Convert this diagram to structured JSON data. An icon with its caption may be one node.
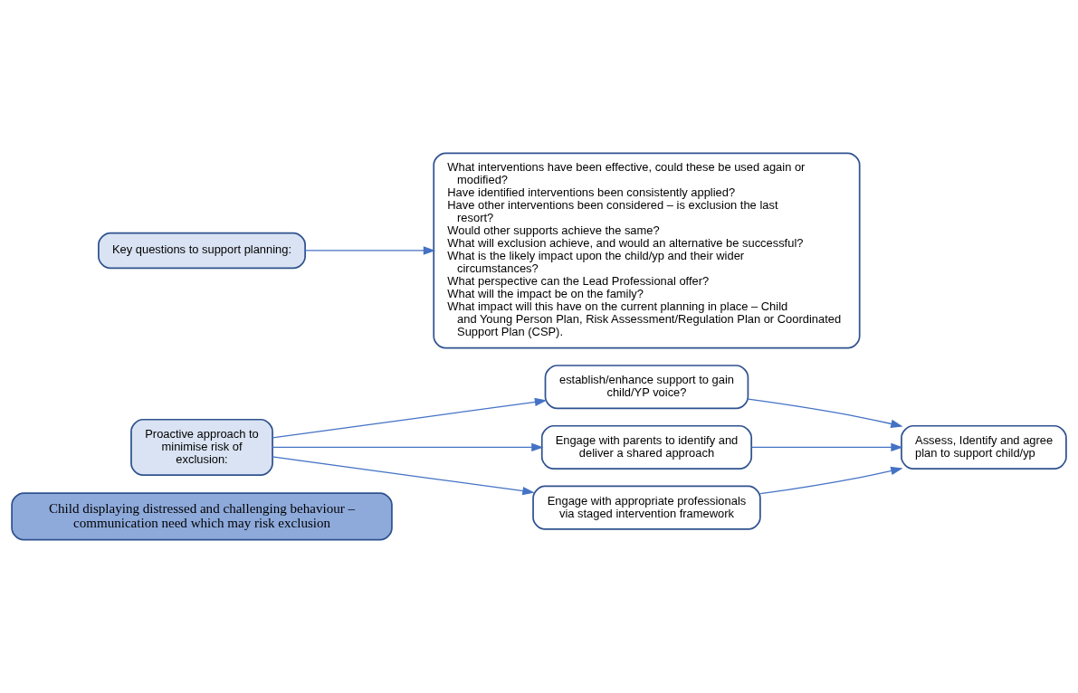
{
  "diagram": {
    "nodes": [
      {
        "text": [
          "Child displaying distressed and challenging behaviour – communication need which may risk exclusion"
        ]
      },
      {
        "text": [
          "Proactive approach to minimise risk of exclusion:"
        ]
      },
      {
        "text": [
          "establish/enhance support to gain child/YP voice?"
        ]
      },
      {
        "text": [
          "Engage with parents to identify and deliver a shared approach"
        ]
      },
      {
        "text": [
          "Engage with appropriate professionals via staged intervention framework"
        ]
      },
      {
        "text": [
          "Assess, Identify and agree plan to support child/yp"
        ]
      },
      {
        "text": [
          "Key questions to support planning:"
        ]
      },
      {
        "text": [
          "What interventions have been effective, could these be used again or modified?",
          "Have identified interventions been consistently applied?",
          "Have other interventions been considered – is exclusion the last resort?",
          "Would other supports achieve the same?",
          "What will exclusion achieve, and would an alternative be successful?",
          "What is the likely impact upon the child/yp and their wider circumstances?",
          "What perspective can the Lead Professional offer?",
          "What will the impact be on the family?",
          "What impact will this have on the current planning in place – Child and Young Person Plan, Risk Assessment/Regulation Plan or Coordinated Support Plan (CSP)."
        ]
      }
    ],
    "edges": [
      {
        "from": 1,
        "to": 2,
        "arrow": "to"
      },
      {
        "from": 1,
        "to": 3,
        "arrow": "to"
      },
      {
        "from": 1,
        "to": 4,
        "arrow": "to"
      },
      {
        "from": 2,
        "to": 5,
        "arrow": "to"
      },
      {
        "from": 3,
        "to": 5,
        "arrow": "to"
      },
      {
        "from": 4,
        "to": 5,
        "arrow": "to"
      },
      {
        "from": 6,
        "to": 7,
        "arrow": "to"
      }
    ]
  }
}
